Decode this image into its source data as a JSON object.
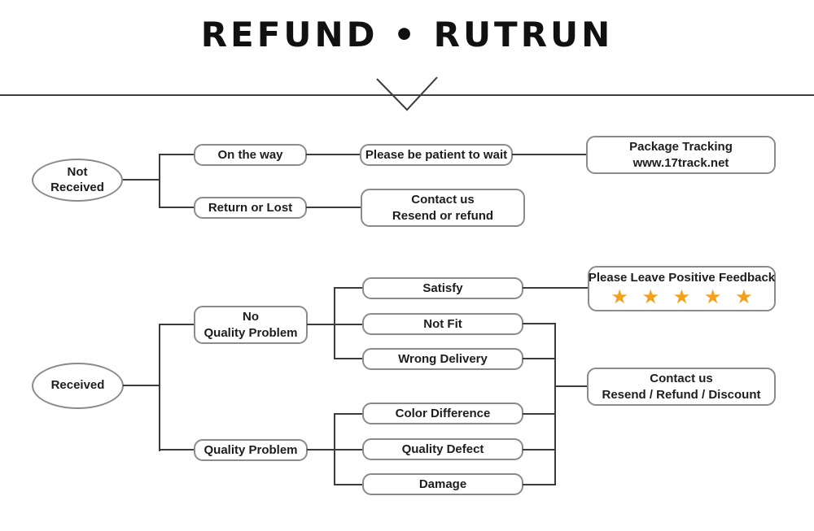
{
  "title": "REFUND • RUTRUN",
  "colors": {
    "star_orange": "#F5A01B",
    "box_border_gray": "#8b8b8b",
    "connector_dark_gray": "#3b3b3b"
  },
  "not_received_flow": {
    "root_line1": "Not",
    "root_line2": "Received",
    "on_the_way": "On the way",
    "return_or_lost": "Return or Lost",
    "be_patient": "Please be patient to wait",
    "package_tracking_line1": "Package Tracking",
    "package_tracking_line2": "www.17track.net",
    "contact_line1": "Contact us",
    "contact_line2": "Resend or refund"
  },
  "received_flow": {
    "root": "Received",
    "no_quality_problem_line1": "No",
    "no_quality_problem_line2": "Quality Problem",
    "quality_problem": "Quality Problem",
    "satisfy": "Satisfy",
    "not_fit": "Not Fit",
    "wrong_delivery": "Wrong Delivery",
    "color_difference": "Color Difference",
    "quality_defect": "Quality Defect",
    "damage": "Damage",
    "feedback_label": "Please Leave Positive Feedback",
    "feedback_stars": "★ ★ ★ ★ ★",
    "feedback_star_count": 5,
    "contact_line1": "Contact us",
    "contact_line2": "Resend / Refund / Discount"
  }
}
